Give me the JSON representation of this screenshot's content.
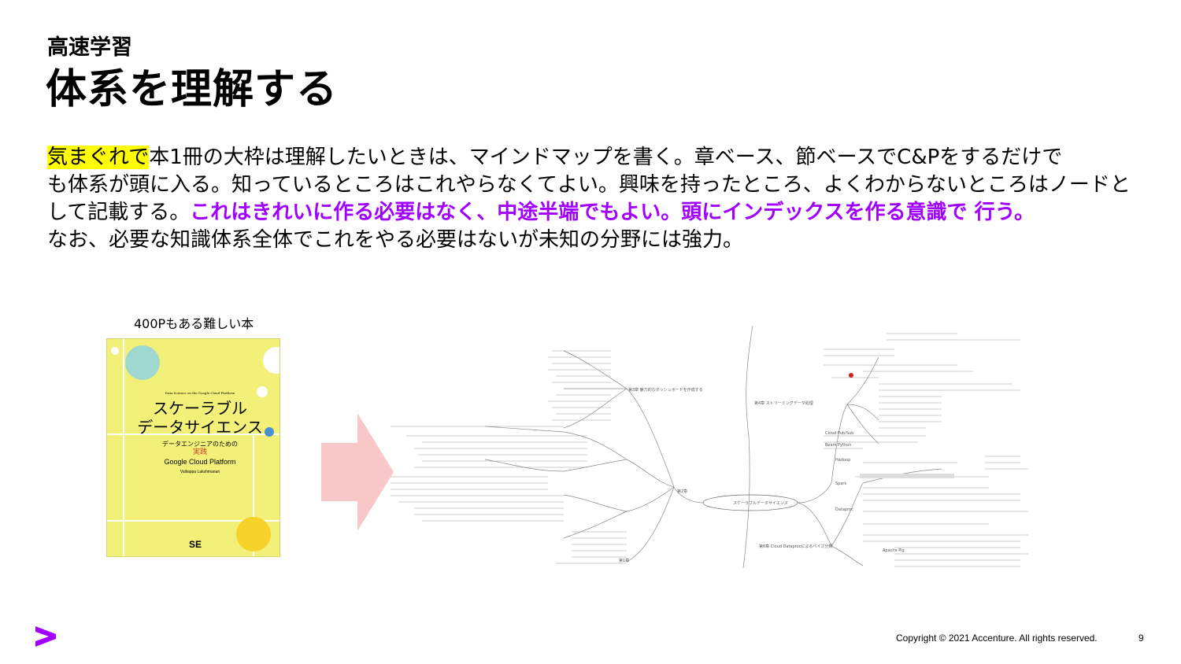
{
  "header": {
    "subtitle": "高速学習",
    "title": "体系を理解する"
  },
  "body": {
    "highlight": "気まぐれで",
    "line1_rest": "本1冊の大枠は理解したいときは、マインドマップを書く。章ベース、節ベースでC&Pをするだけで",
    "line2": "も体系が頭に入る。知っているところはこれやらなくてよい。興味を持ったところ、よくわからないところはノードと",
    "line3_start": "して記載する。",
    "line3_emphasis": "これはきれいに作る必要はなく、中途半端でもよい。頭にインデックスを作る意識で 行う。",
    "line4": "なお、必要な知識体系全体でこれをやる必要はないが未知の分野には強力。"
  },
  "book": {
    "label": "400Pもある難しい本",
    "cover_small_en": "Data Science on the Google Cloud Platform",
    "cover_title_1": "スケーラブル",
    "cover_title_2": "データサイエンス",
    "cover_sub": "データエンジニアのための",
    "cover_jissen": "実践",
    "cover_gcp": "Google Cloud Platform",
    "cover_author": "Valliappa Lakshmanan",
    "cover_publisher": "SE"
  },
  "mindmap": {
    "center": "スケーラブルデータサイエンス",
    "left_chapters": [
      "第1章",
      "第2章",
      "第3章 魅力的なダッシュボードを作成する"
    ],
    "right_chapters": [
      "第4章 ストリーミングデータ処理",
      "第6章 Cloud Dataprocによるベイズ分類"
    ],
    "right_nodes": [
      "Hadoop",
      "Spark",
      "Dataproc",
      "Apache Pig",
      "Cloud Pub/Sub",
      "Beam Python"
    ]
  },
  "footer": {
    "copyright": "Copyright © 2021 Accenture. All rights reserved.",
    "page": "9"
  },
  "colors": {
    "highlight": "#ffff00",
    "emphasis": "#a100ff",
    "arrow_fill": "#f8c8c8",
    "book_cover": "#f3f07a",
    "logo": "#a100ff"
  }
}
